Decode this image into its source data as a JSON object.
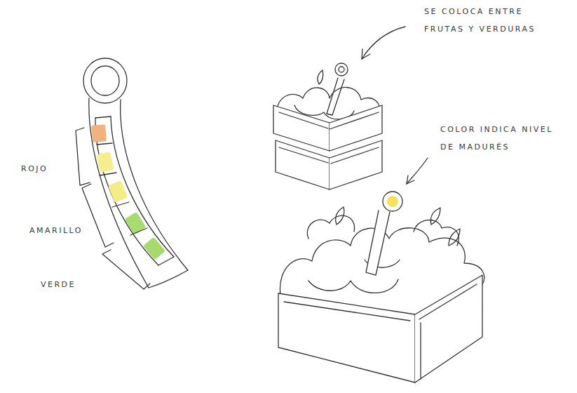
{
  "diagram": {
    "labels": [
      "ROJO",
      "AMARILLO",
      "VERDE",
      "SE COLOCA ENTRE FRUTAS Y VERDURAS",
      "COLOR INDICA NIVEL DE MADURÉS"
    ]
  }
}
